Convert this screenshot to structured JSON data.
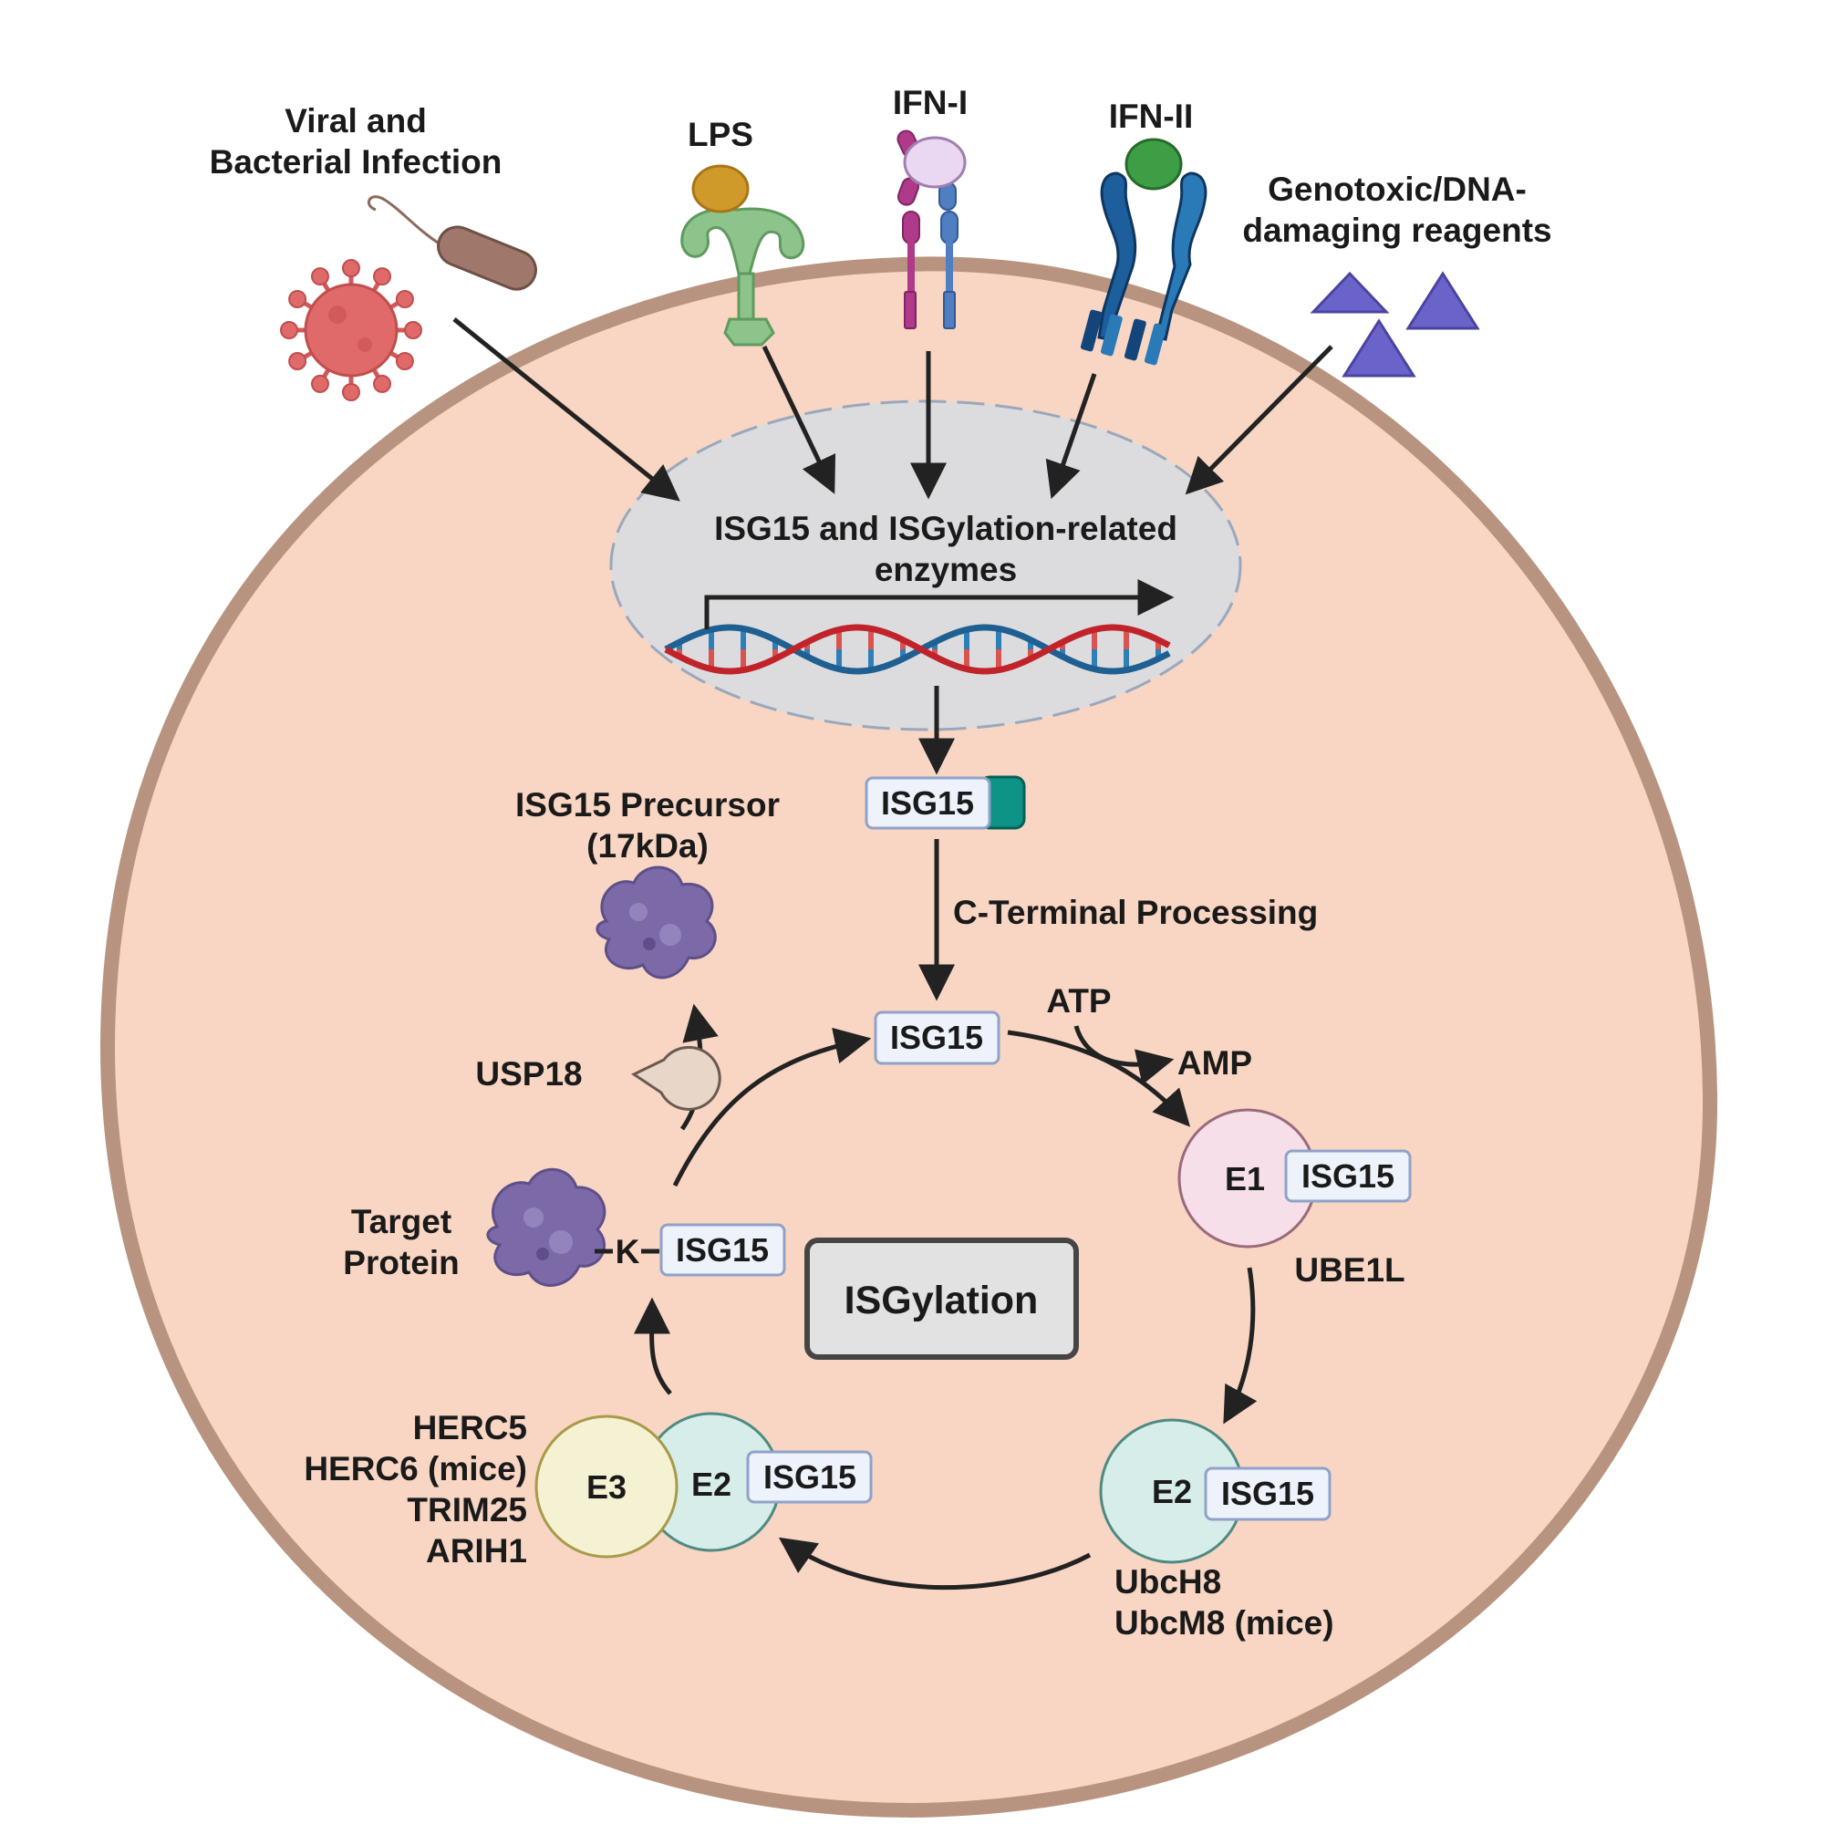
{
  "stimuli": {
    "infection": [
      "Viral and",
      "Bacterial Infection"
    ],
    "lps": "LPS",
    "ifn1": "IFN-I",
    "ifn2": "IFN-II",
    "genotoxic": [
      "Genotoxic/DNA-",
      "damaging reagents"
    ]
  },
  "nucleus": {
    "label": [
      "ISG15 and ISGylation-related",
      "enzymes"
    ]
  },
  "precursor": {
    "box": "ISG15",
    "label": [
      "ISG15 Precursor",
      "(17kDa)"
    ]
  },
  "processing": "C-Terminal Processing",
  "cycle": {
    "free_isg15": "ISG15",
    "atp": "ATP",
    "amp": "AMP",
    "e1": {
      "name": "E1",
      "box": "ISG15",
      "enzyme": "UBE1L"
    },
    "e2": {
      "name": "E2",
      "box": "ISG15",
      "enzymes": [
        "UbcH8",
        "UbcM8 (mice)"
      ]
    },
    "e3": {
      "e3": "E3",
      "e2": "E2",
      "box": "ISG15",
      "enzymes": [
        "HERC5",
        "HERC6 (mice)",
        "TRIM25",
        "ARIH1"
      ]
    },
    "target": {
      "label": [
        "Target",
        "Protein"
      ],
      "lysine": "K",
      "box": "ISG15"
    },
    "usp18": "USP18",
    "center": "ISGylation"
  },
  "colors": {
    "cell_fill": "#f8d6c3",
    "cell_border": "#b89480",
    "nucleus_fill": "#dcdcdf",
    "box_fill": "#eef3fb",
    "box_border": "#8fa2c8",
    "teal_tag": "#0e9486",
    "e1_fill": "#f6dfe9",
    "e2_fill": "#d6ede9",
    "e3_fill": "#f5f2d4",
    "protein": "#7c6aa8",
    "triangle": "#6a63c9",
    "virus": "#e06a6a",
    "bacterium": "#a0786b",
    "lps_ligand": "#d09a2b",
    "lps_receptor": "#8cc48c",
    "ifn1_ligand": "#ead8f2",
    "ifn1_chain_a": "#b03a8a",
    "ifn1_chain_b": "#4f7ec1",
    "ifn2_ligand": "#3e9e45",
    "ifn2_chain": "#1d5e9c",
    "dna_red": "#c0242a",
    "dna_blue": "#1f5f92"
  }
}
